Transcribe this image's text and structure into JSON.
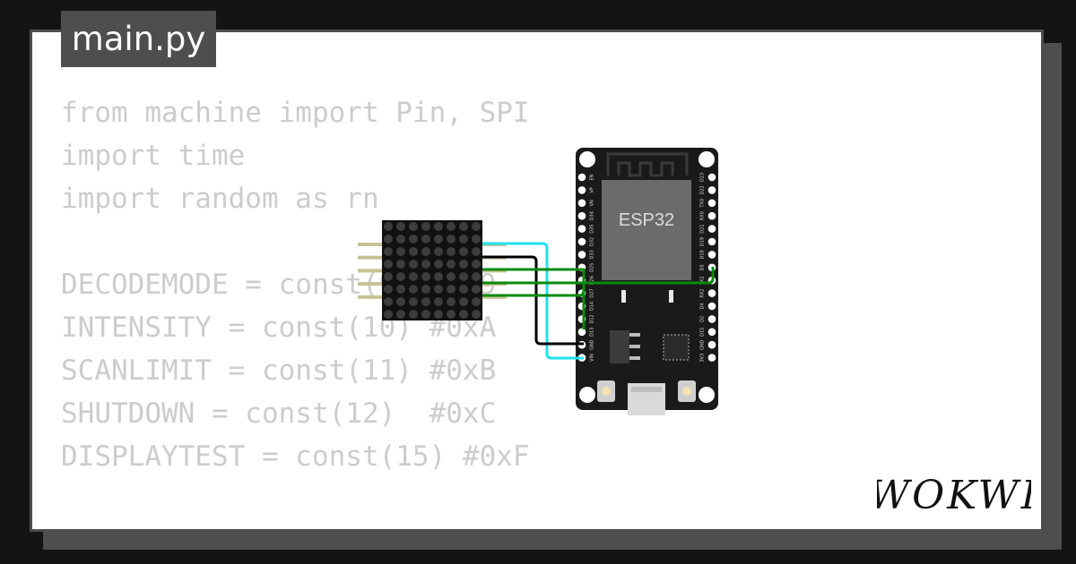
{
  "file_tab": {
    "name": "main.py"
  },
  "code": {
    "lines": [
      "from machine import Pin, SPI",
      "import time",
      "import random as rn",
      "",
      "DECODEMODE = const(9) #0x9",
      "INTENSITY = const(10) #0xA",
      "SCANLIMIT = const(11) #0xB",
      "SHUTDOWN = const(12)  #0xC",
      "DISPLAYTEST = const(15) #0xF",
      "",
      "#..."
    ]
  },
  "board": {
    "chip_label": "ESP32",
    "left_pins": [
      "EN",
      "VP",
      "VN",
      "D34",
      "D35",
      "D32",
      "D33",
      "D25",
      "D26",
      "D27",
      "D14",
      "D12",
      "D13",
      "GND",
      "VIN"
    ],
    "right_pins": [
      "D23",
      "D22",
      "TX0",
      "RX0",
      "D21",
      "D19",
      "D18",
      "D5",
      "TX2",
      "RX2",
      "D4",
      "D2",
      "D15",
      "GND",
      "3V3"
    ]
  },
  "logo": {
    "text": "WOKWI"
  },
  "colors": {
    "background": "#141414",
    "card": "#ffffff",
    "card_border": "#4e4e4e",
    "code_text": "#cccccc",
    "wire_vcc": "#22e1ee",
    "wire_gnd": "#000000",
    "wire_signal": "#0a8a0a",
    "header_pin": "#c8c194",
    "board": "#1a1a1a",
    "chip": "#6b6b6b"
  }
}
